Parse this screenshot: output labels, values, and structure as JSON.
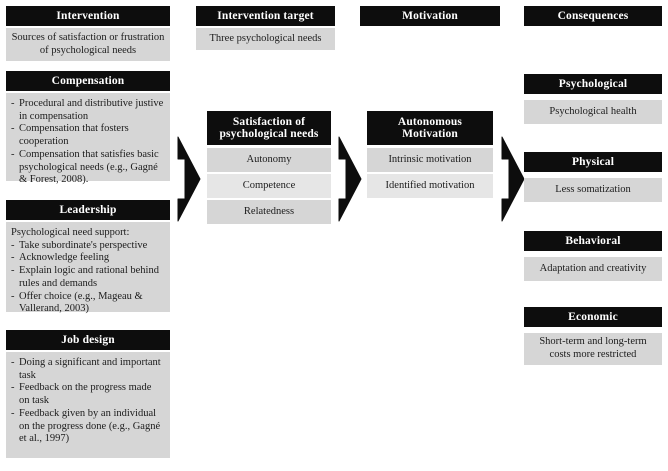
{
  "diagram": {
    "title_row": [
      {
        "label": "Intervention"
      },
      {
        "label": "Intervention target"
      },
      {
        "label": "Motivation"
      },
      {
        "label": "Consequences"
      }
    ],
    "column1": {
      "intervention": {
        "header": "Intervention",
        "text": "Sources of satisfaction or frustration of psychological needs"
      },
      "compensation": {
        "header": "Compensation",
        "bullets": [
          "Procedural and distributive justive in compensation",
          "Compensation that fosters cooperation",
          "Compensation that satisfies basic psychological needs (e.g., Gagné & Forest, 2008)."
        ]
      },
      "leadership": {
        "header": "Leadership",
        "intro": "Psychological need support:",
        "bullets": [
          "Take subordinate's perspective",
          "Acknowledge feeling",
          "Explain logic and rational behind rules and demands",
          "Offer choice (e.g., Mageau & Vallerand, 2003)"
        ]
      },
      "job_design": {
        "header": "Job design",
        "bullets": [
          "Doing a significant and important task",
          "Feedback on the progress made on task",
          "Feedback given by an individual on the progress done (e.g., Gagné et al., 1997)"
        ]
      }
    },
    "column2": {
      "intervention_target": {
        "header": "Intervention target",
        "text": "Three psychological needs"
      },
      "satisfaction": {
        "header": "Satisfaction of psychological needs",
        "header_line1": "Satisfaction of",
        "header_line2": "psychological needs",
        "items": [
          "Autonomy",
          "Competence",
          "Relatedness"
        ]
      }
    },
    "column3": {
      "motivation": {
        "header": "Motivation"
      },
      "autonomous": {
        "header": "Autonomous Motivation",
        "header_line1": "Autonomous",
        "header_line2": "Motivation",
        "items": [
          "Intrinsic motivation",
          "Identified motivation"
        ]
      }
    },
    "column4": {
      "consequences": {
        "header": "Consequences"
      },
      "psychological": {
        "header": "Psychological",
        "text": "Psychological health"
      },
      "physical": {
        "header": "Physical",
        "text": "Less somatization"
      },
      "behavioral": {
        "header": "Behavioral",
        "text": "Adaptation and creativity"
      },
      "economic": {
        "header": "Economic",
        "text": "Short-term and long-term costs more restricted"
      }
    },
    "arrows": [
      {
        "name": "arrow-intervention-to-satisfaction"
      },
      {
        "name": "arrow-satisfaction-to-motivation"
      },
      {
        "name": "arrow-motivation-to-consequences"
      }
    ],
    "colors": {
      "header_bg": "#0d0d0d",
      "header_fg": "#ffffff",
      "body_bg": "#d6d6d6",
      "body_bg_alt": "#e6e6e6",
      "arrow_fill": "#0d0d0d",
      "page_bg": "#ffffff"
    }
  }
}
